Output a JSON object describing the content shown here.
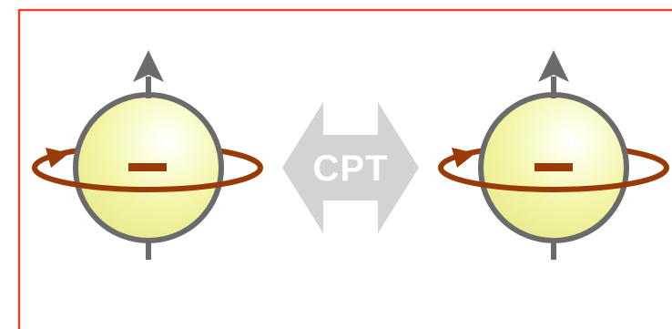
{
  "diagram": {
    "transform_label": "CPT",
    "particles": [
      {
        "charge_sign": "−",
        "spin": "up",
        "rotation": "counter-clockwise"
      },
      {
        "charge_sign": "−",
        "spin": "up",
        "rotation": "counter-clockwise"
      }
    ],
    "colors": {
      "frame_border": "#e2472b",
      "sphere_fill": "#f6f7b0",
      "sphere_outline": "#6b6b6b",
      "spin_arrow": "#6b6b6b",
      "rotation_ring": "#9a3a08",
      "charge_mark": "#9a3a08",
      "transform_arrow": "#d3d3d3",
      "transform_text": "#ffffff"
    },
    "icons": [
      "spin-up-arrow-icon",
      "rotation-ring-icon",
      "double-headed-arrow-icon"
    ]
  }
}
